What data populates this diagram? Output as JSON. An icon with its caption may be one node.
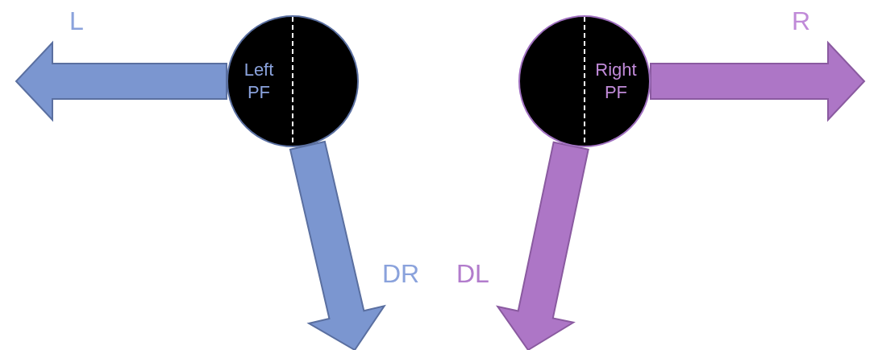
{
  "diagram": {
    "nodes": [
      {
        "text": [
          "Left PF"
        ]
      },
      {
        "text": [
          "Right PF"
        ]
      }
    ],
    "edges": [
      {
        "from": 0,
        "to": null,
        "arrow": "to",
        "style": "thick",
        "color": "#7b96d0"
      },
      {
        "from": 0,
        "to": null,
        "arrow": "to",
        "style": "thick",
        "color": "#7b96d0"
      },
      {
        "from": 1,
        "to": null,
        "arrow": "to",
        "style": "thick",
        "color": "#ad76c6"
      },
      {
        "from": 1,
        "to": null,
        "arrow": "to",
        "style": "thick",
        "color": "#ad76c6"
      }
    ],
    "labels": [
      "L",
      "R",
      "DR",
      "DL"
    ]
  }
}
